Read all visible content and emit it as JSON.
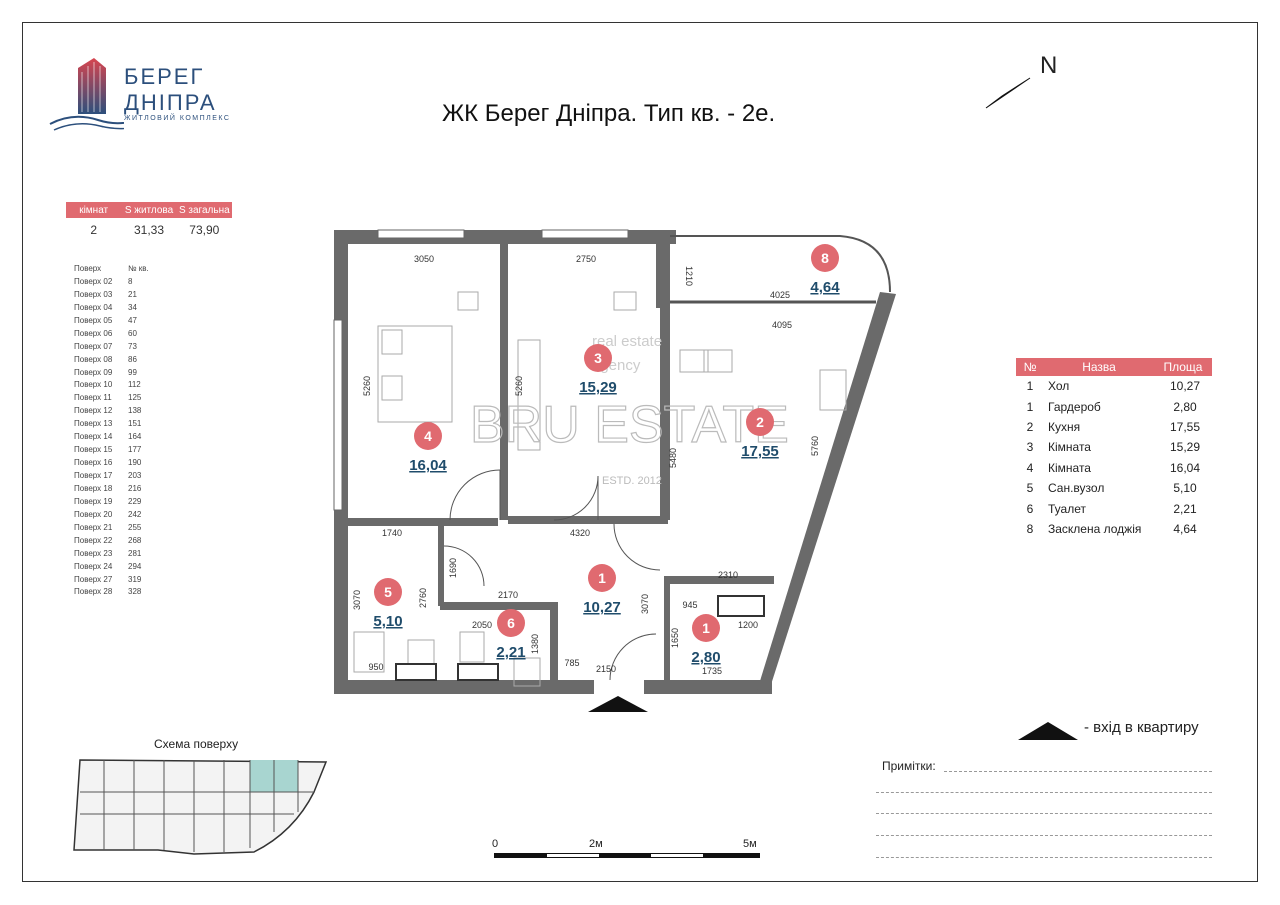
{
  "logo": {
    "line1": "БЕРЕГ",
    "line2": "ДНІПРА",
    "sub": "ЖИТЛОВИЙ КОМПЛЕКС"
  },
  "title": "ЖК Берег Дніпра. Тип кв. - 2е.",
  "compass": {
    "label": "N"
  },
  "summary": {
    "headers": [
      "кімнат",
      "S житлова",
      "S загальна"
    ],
    "values": [
      "2",
      "31,33",
      "73,90"
    ]
  },
  "floors": {
    "headers": [
      "Поверх",
      "№ кв."
    ],
    "rows": [
      [
        "Поверх 02",
        "8"
      ],
      [
        "Поверх 03",
        "21"
      ],
      [
        "Поверх 04",
        "34"
      ],
      [
        "Поверх 05",
        "47"
      ],
      [
        "Поверх 06",
        "60"
      ],
      [
        "Поверх 07",
        "73"
      ],
      [
        "Поверх 08",
        "86"
      ],
      [
        "Поверх 09",
        "99"
      ],
      [
        "Поверх 10",
        "112"
      ],
      [
        "Поверх 11",
        "125"
      ],
      [
        "Поверх 12",
        "138"
      ],
      [
        "Поверх 13",
        "151"
      ],
      [
        "Поверх 14",
        "164"
      ],
      [
        "Поверх 15",
        "177"
      ],
      [
        "Поверх 16",
        "190"
      ],
      [
        "Поверх 17",
        "203"
      ],
      [
        "Поверх 18",
        "216"
      ],
      [
        "Поверх 19",
        "229"
      ],
      [
        "Поверх 20",
        "242"
      ],
      [
        "Поверх 21",
        "255"
      ],
      [
        "Поверх 22",
        "268"
      ],
      [
        "Поверх 23",
        "281"
      ],
      [
        "Поверх 24",
        "294"
      ],
      [
        "Поверх 27",
        "319"
      ],
      [
        "Поверх 28",
        "328"
      ]
    ]
  },
  "rooms_table": {
    "headers": [
      "№",
      "Назва",
      "Площа"
    ],
    "rows": [
      [
        "1",
        "Хол",
        "10,27"
      ],
      [
        "1",
        "Гардероб",
        "2,80"
      ],
      [
        "2",
        "Кухня",
        "17,55"
      ],
      [
        "3",
        "Кімната",
        "15,29"
      ],
      [
        "4",
        "Кімната",
        "16,04"
      ],
      [
        "5",
        "Сан.вузол",
        "5,10"
      ],
      [
        "6",
        "Туалет",
        "2,21"
      ],
      [
        "8",
        "Засклена лоджія",
        "4,64"
      ]
    ]
  },
  "plan": {
    "markers": [
      {
        "n": "8",
        "area": "4,64"
      },
      {
        "n": "3",
        "area": "15,29"
      },
      {
        "n": "4",
        "area": "16,04"
      },
      {
        "n": "2",
        "area": "17,55"
      },
      {
        "n": "1",
        "area": "10,27"
      },
      {
        "n": "5",
        "area": "5,10"
      },
      {
        "n": "6",
        "area": "2,21"
      },
      {
        "n": "1",
        "area": "2,80"
      }
    ],
    "dimensions": [
      "3050",
      "2750",
      "1210",
      "4025",
      "4095",
      "5260",
      "5260",
      "5480",
      "5760",
      "1740",
      "4320",
      "2310",
      "945",
      "1200",
      "1690",
      "2760",
      "3070",
      "2170",
      "2050",
      "1380",
      "3070",
      "1650",
      "785",
      "950",
      "2150",
      "1735"
    ]
  },
  "watermark": {
    "line1": "real estate",
    "line2": "agency",
    "main": "BRU ESTATE",
    "estd": "ESTD. 2012"
  },
  "entry_legend": "-  вхід в квартиру",
  "scheme_title": "Схема поверху",
  "notes_label": "Примітки:",
  "scale": {
    "labels": [
      "0",
      "2м",
      "5м"
    ]
  },
  "colors": {
    "accent": "#e06a70",
    "brand": "#2c4f7c",
    "wall": "#555555",
    "highlight": "#a8d5d0"
  }
}
